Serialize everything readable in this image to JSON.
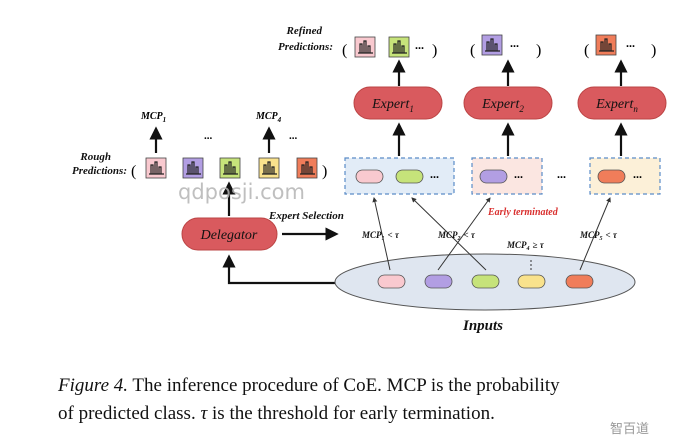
{
  "figure": {
    "refined_predictions_label": [
      "Refined",
      "Predictions:"
    ],
    "rough_predictions_label": [
      "Rough",
      "Predictions:"
    ],
    "experts": [
      "Expert",
      "Expert",
      "Expert"
    ],
    "expert_subscripts": [
      "1",
      "2",
      "n"
    ],
    "delegator_label": "Delegator",
    "expert_selection_label": "Expert Selection",
    "early_terminated_label": "Early terminated",
    "inputs_label": "Inputs",
    "mcp_labels_top": [
      "MCP",
      "MCP"
    ],
    "mcp_subscripts_top": [
      "1",
      "4"
    ],
    "conditions": [
      {
        "mcp": "MCP",
        "sub": "1",
        "rel": "< τ"
      },
      {
        "mcp": "MCP",
        "sub": "2",
        "rel": "< τ"
      },
      {
        "mcp": "MCP",
        "sub": "4",
        "rel": "≥ τ"
      },
      {
        "mcp": "MCP",
        "sub": "5",
        "rel": "< τ"
      }
    ],
    "ellipsis": "...",
    "paren_open": "(",
    "paren_close": ")",
    "colors": {
      "pink": "#f9c9cf",
      "purple": "#b29ee3",
      "green": "#c6e37a",
      "yellow": "#f9e28c",
      "orange": "#f07d5a",
      "expert": "#d95a5e",
      "ellipse_fill": "#dfe6f0",
      "box_blue": "#e2ecf7",
      "box_pink": "#fbe6e1",
      "box_yellow": "#fcf0d8",
      "dash_blue": "#5b8cc7"
    }
  },
  "caption": {
    "figure_ref": "Figure 4.",
    "line1_rest": " The inference procedure of CoE. MCP is the probability",
    "line2_a": "of predicted class. ",
    "tau": "τ",
    "line2_b": " is the threshold for early termination."
  },
  "watermark": "qdposji.com",
  "corner_watermark": "智百道"
}
